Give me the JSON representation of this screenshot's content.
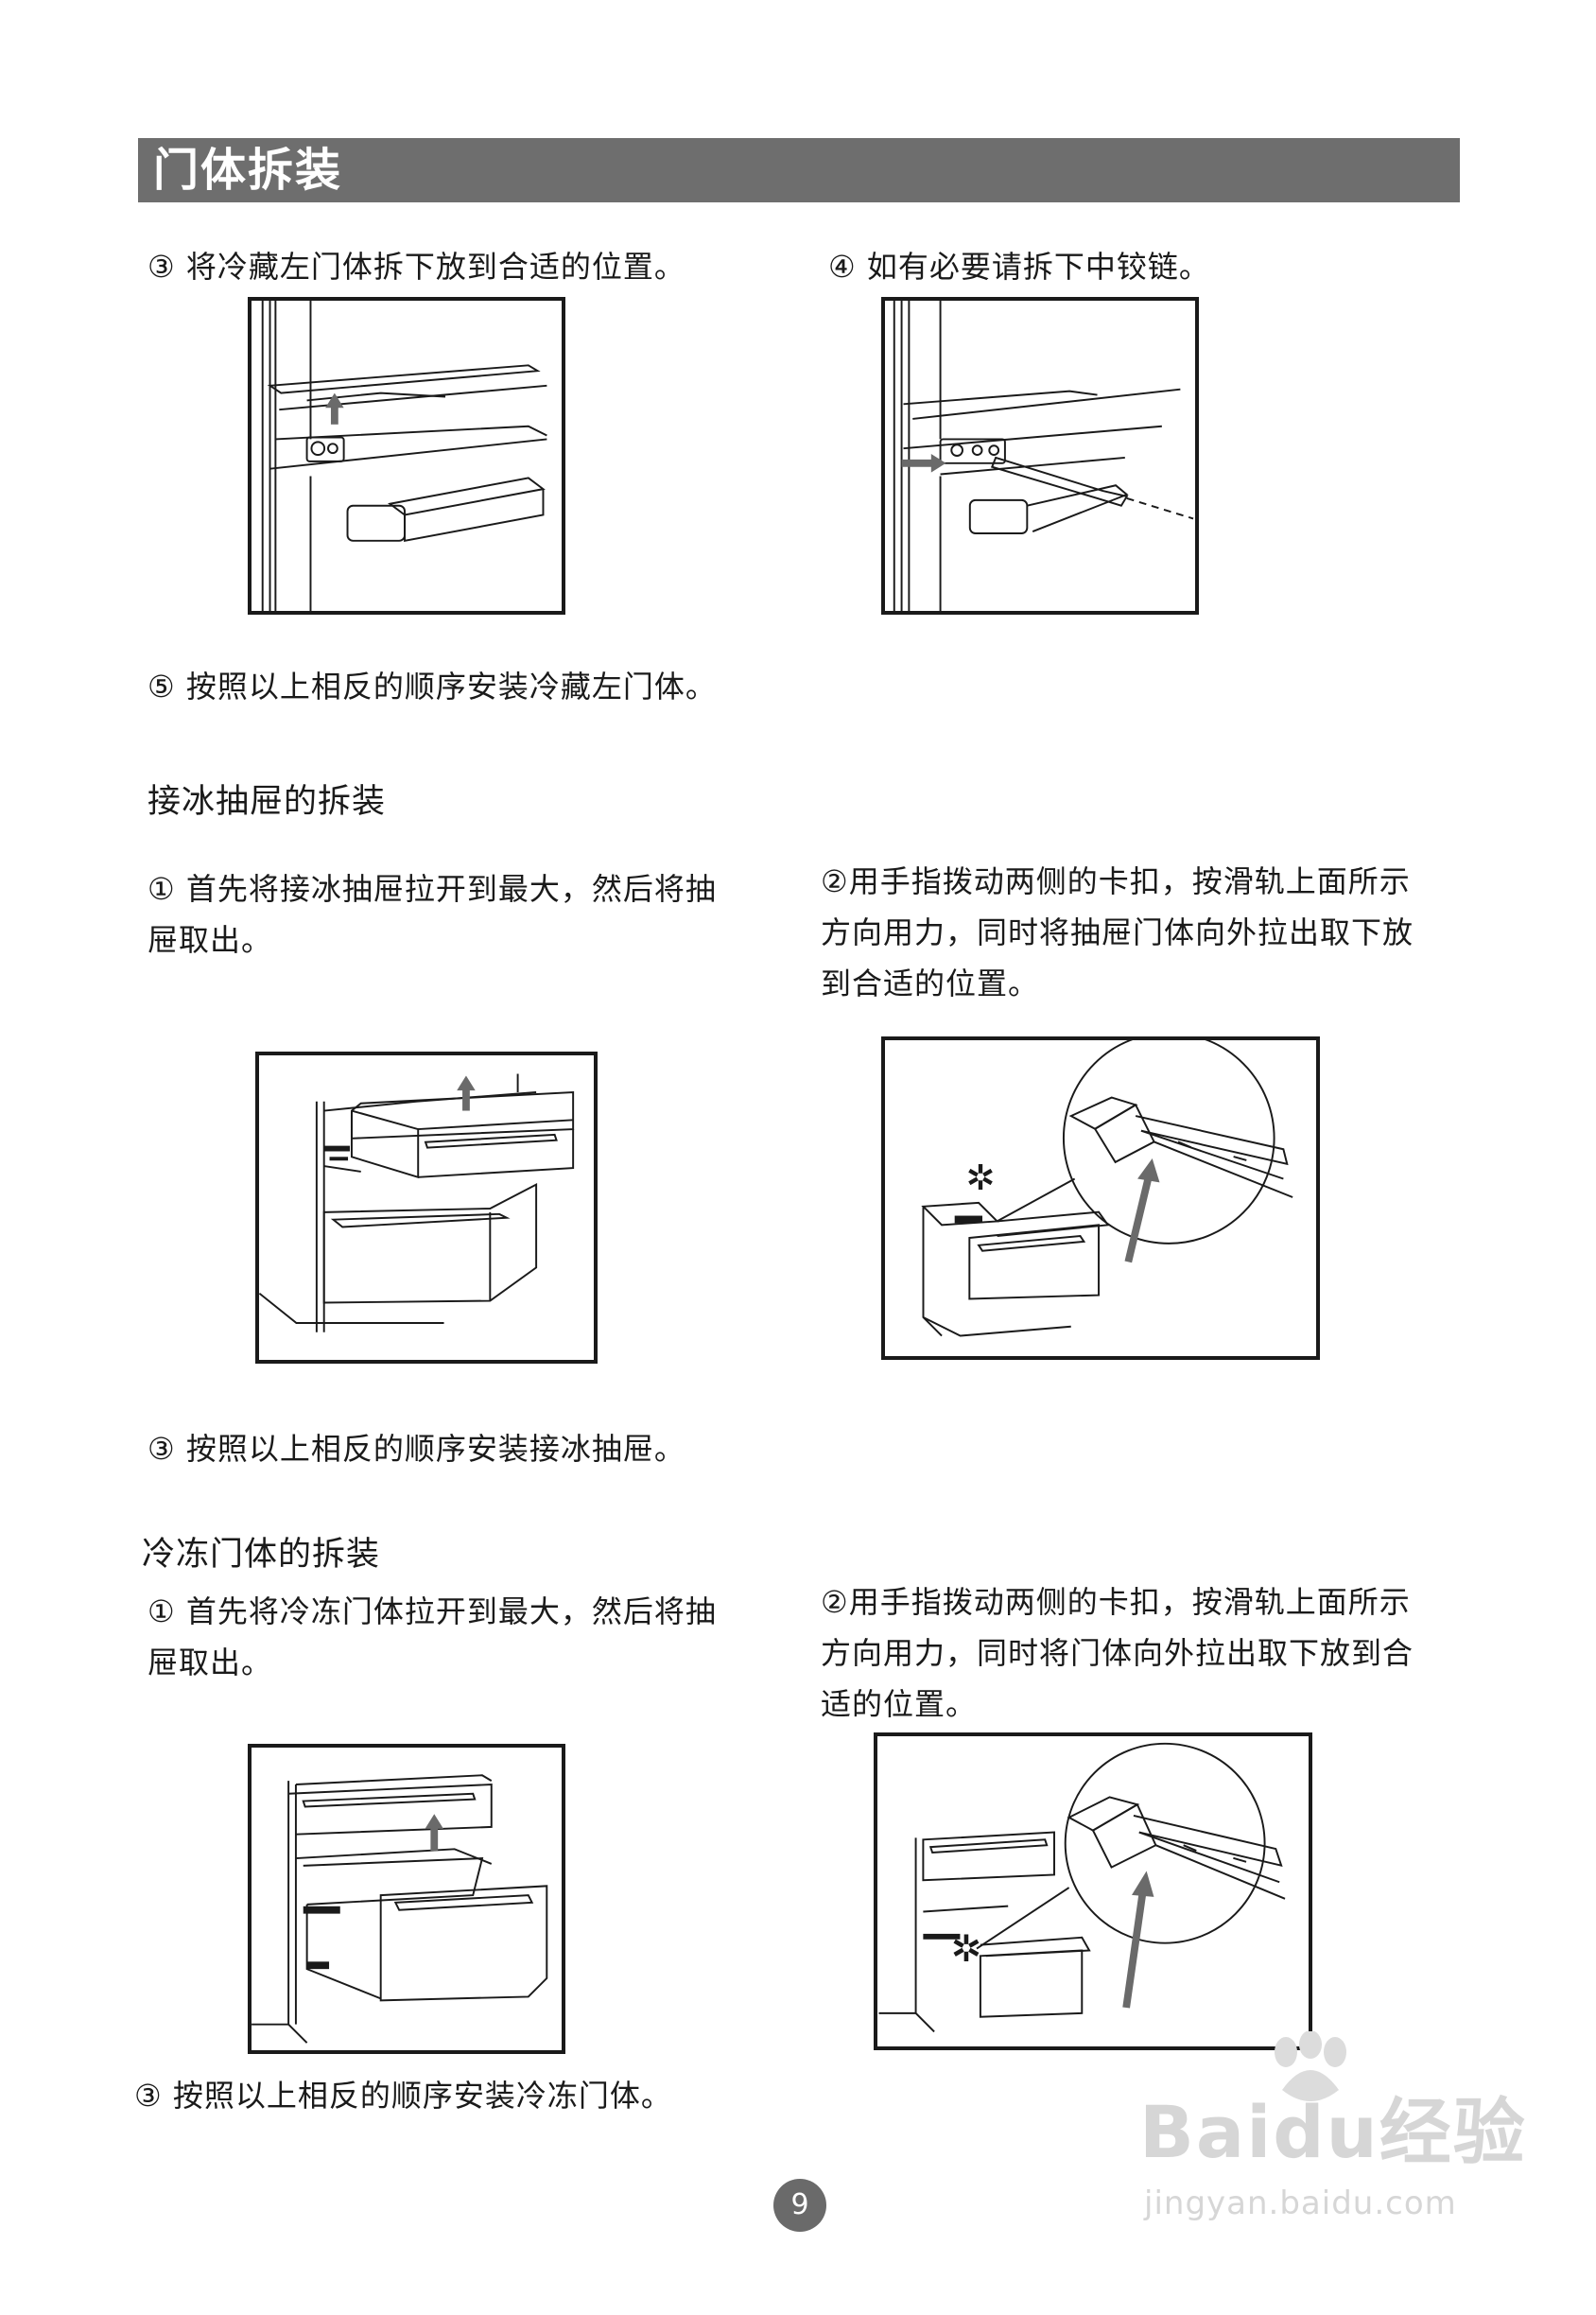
{
  "header": {
    "title": "门体拆装"
  },
  "door_left": {
    "step3": "③ 将冷藏左门体拆下放到合适的位置。",
    "step4": "④ 如有必要请拆下中铰链。",
    "step5": "⑤ 按照以上相反的顺序安装冷藏左门体。"
  },
  "ice_drawer": {
    "title": "接冰抽屉的拆装",
    "step1_line1": "① 首先将接冰抽屉拉开到最大，然后将抽",
    "step1_line2": "屉取出。",
    "step2_line1": "②用手指拨动两侧的卡扣，按滑轨上面所示",
    "step2_line2": "方向用力，同时将抽屉门体向外拉出取下放",
    "step2_line3": "到合适的位置。",
    "step3": "③ 按照以上相反的顺序安装接冰抽屉。"
  },
  "freezer_door": {
    "title": "冷冻门体的拆装",
    "step1_line1": "① 首先将冷冻门体拉开到最大，然后将抽",
    "step1_line2": "屉取出。",
    "step2_line1": "②用手指拨动两侧的卡扣，按滑轨上面所示",
    "step2_line2": "方向用力，同时将门体向外拉出取下放到合",
    "step2_line3": "适的位置。",
    "step3": "③ 按照以上相反的顺序安装冷冻门体。"
  },
  "page_number": "9",
  "watermark": {
    "brand": "Baidu经验",
    "url": "jingyan.baidu.com"
  }
}
